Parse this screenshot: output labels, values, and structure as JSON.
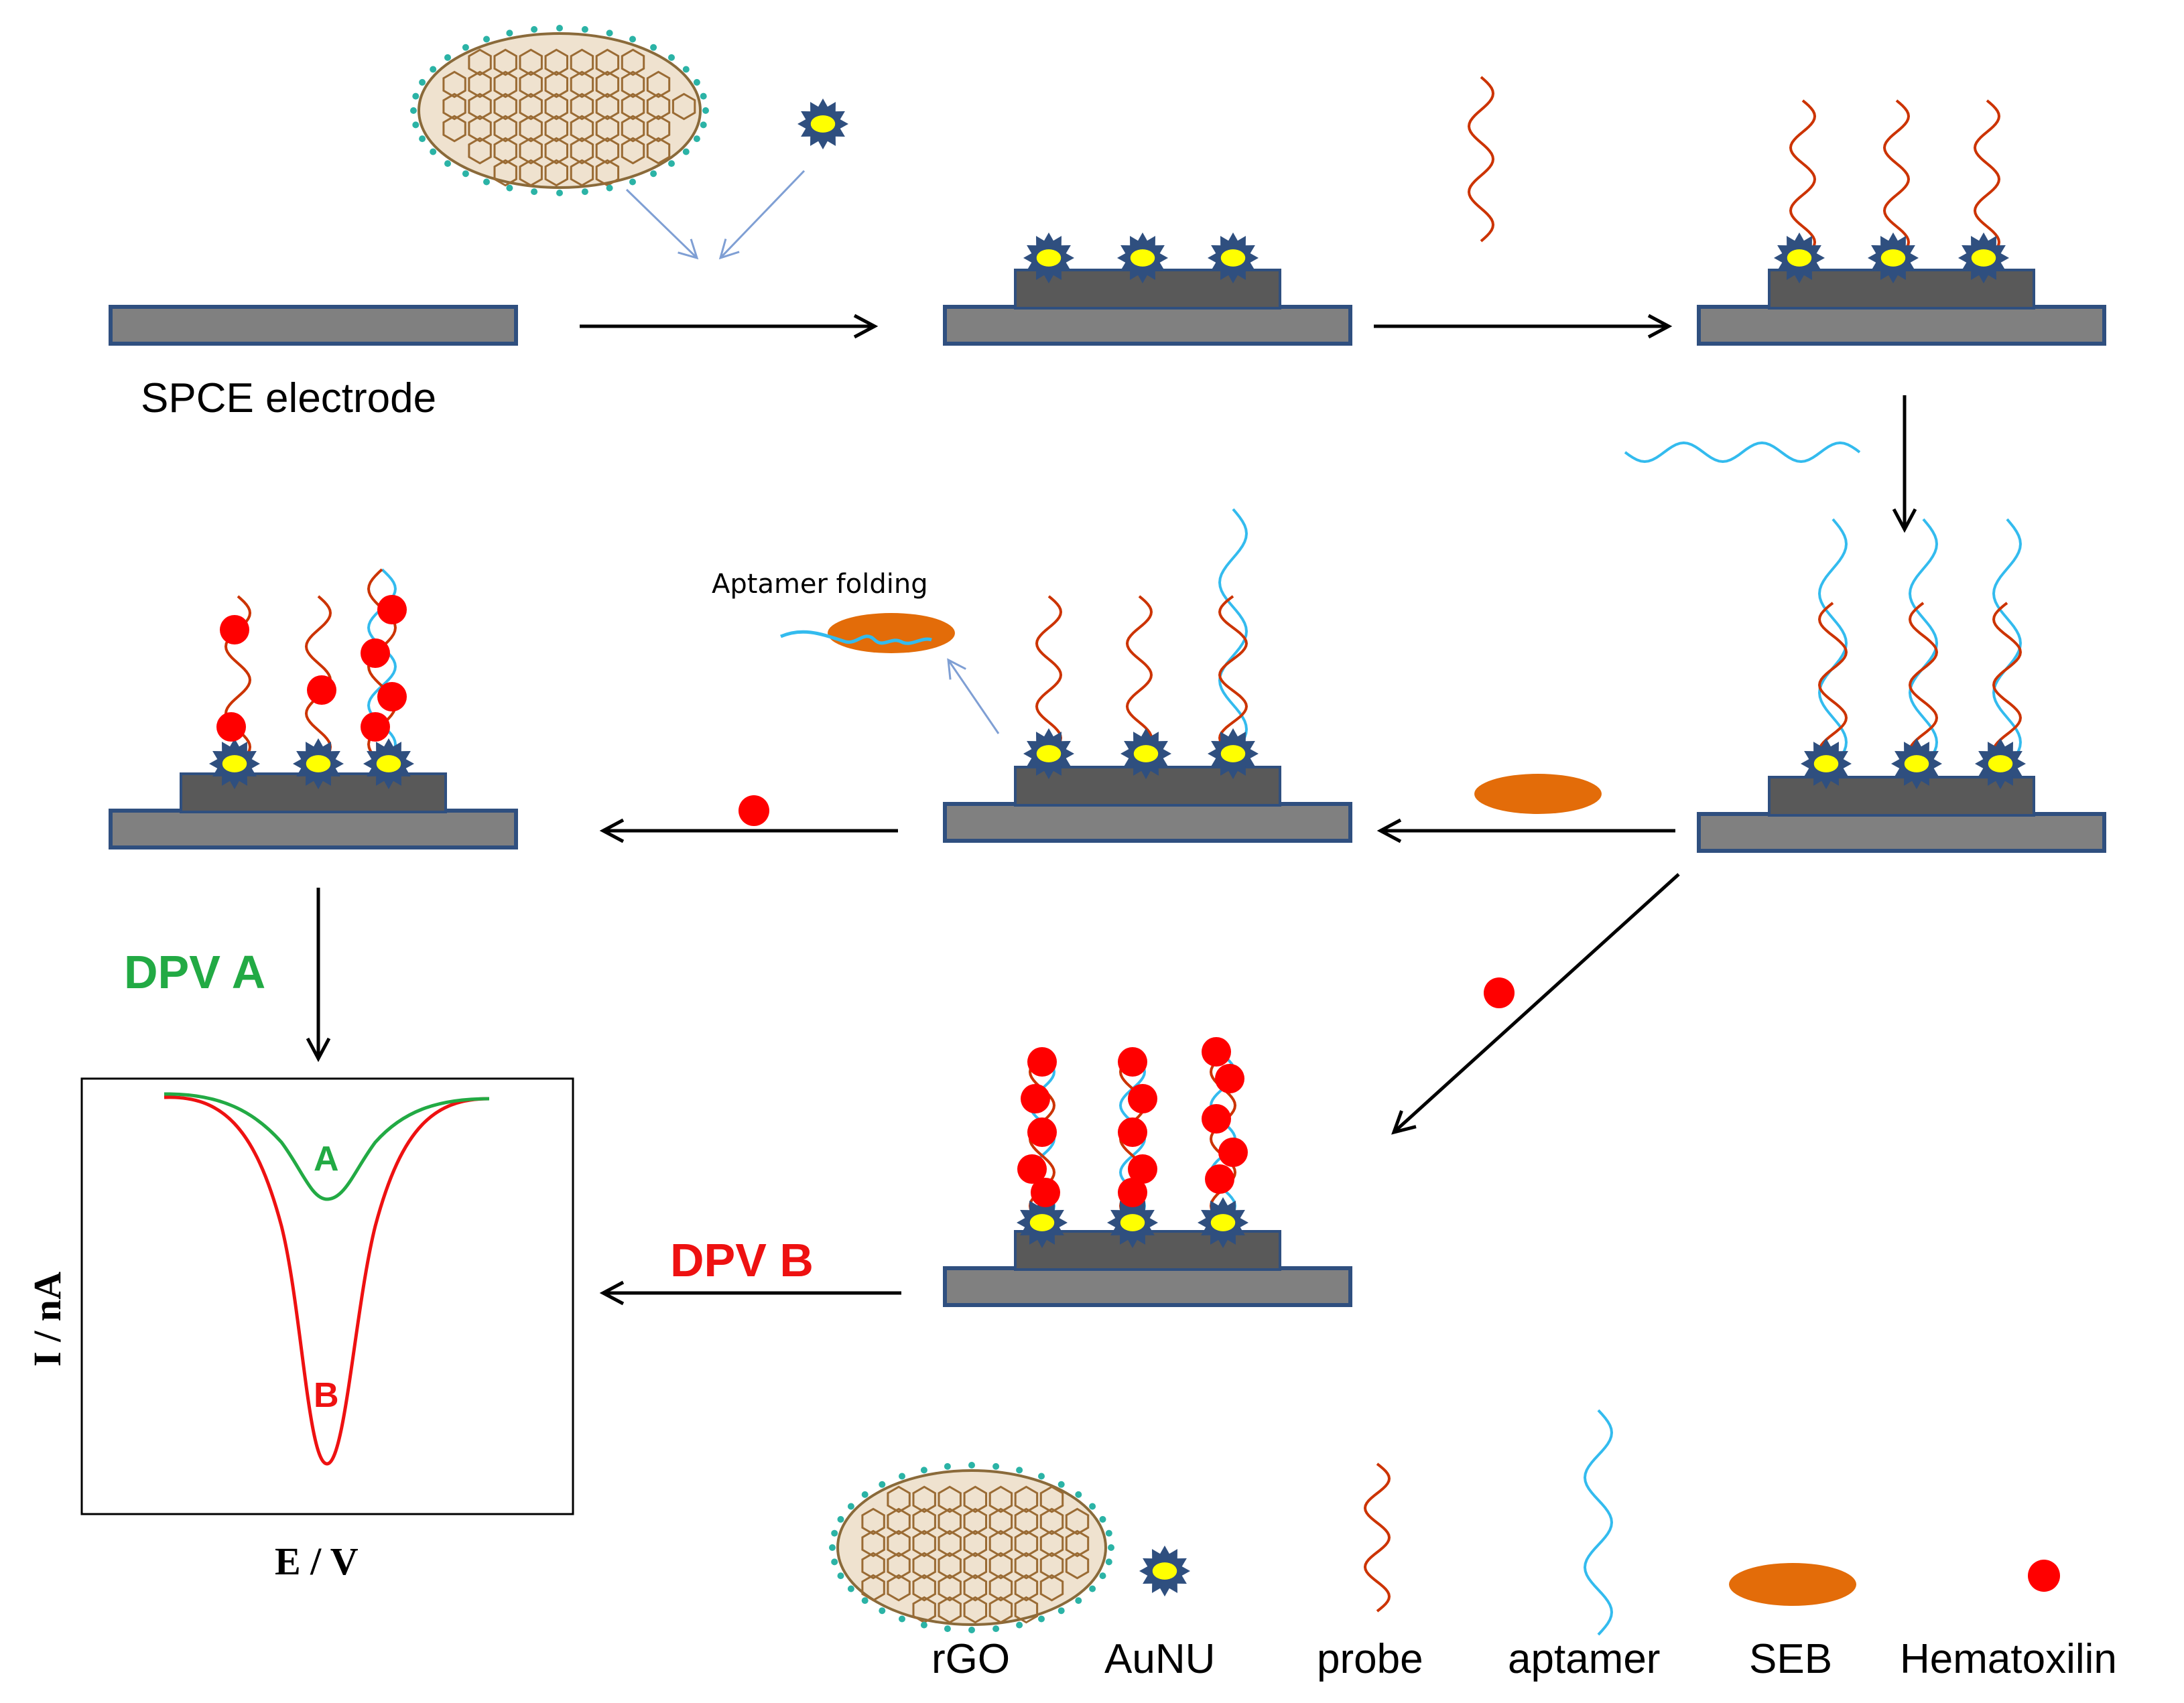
{
  "labels": {
    "spce": "SPCE electrode",
    "aptamer_folding": "Aptamer folding",
    "dpv_a": "DPV A",
    "dpv_b": "DPV B",
    "curve_a": "A",
    "curve_b": "B",
    "y_axis": "I / nA",
    "x_axis": "E / V"
  },
  "legend": [
    {
      "label": "rGO"
    },
    {
      "label": "AuNU"
    },
    {
      "label": "probe"
    },
    {
      "label": "aptamer"
    },
    {
      "label": "SEB"
    },
    {
      "label": "Hematoxilin"
    }
  ],
  "colors": {
    "electrode_fill": "#808080",
    "electrode_stroke": "#2f4f7f",
    "layer_fill": "#595959",
    "aunp_body": "#2f4f7f",
    "aunp_core": "#ffff00",
    "probe": "#cc3300",
    "aptamer": "#33bbee",
    "seb": "#e36c09",
    "hematoxilin": "#ff0000",
    "curve_a": "#22aa44",
    "curve_b": "#ee1111",
    "dpv_a_label": "#22aa44",
    "dpv_b_label": "#ee1111"
  }
}
